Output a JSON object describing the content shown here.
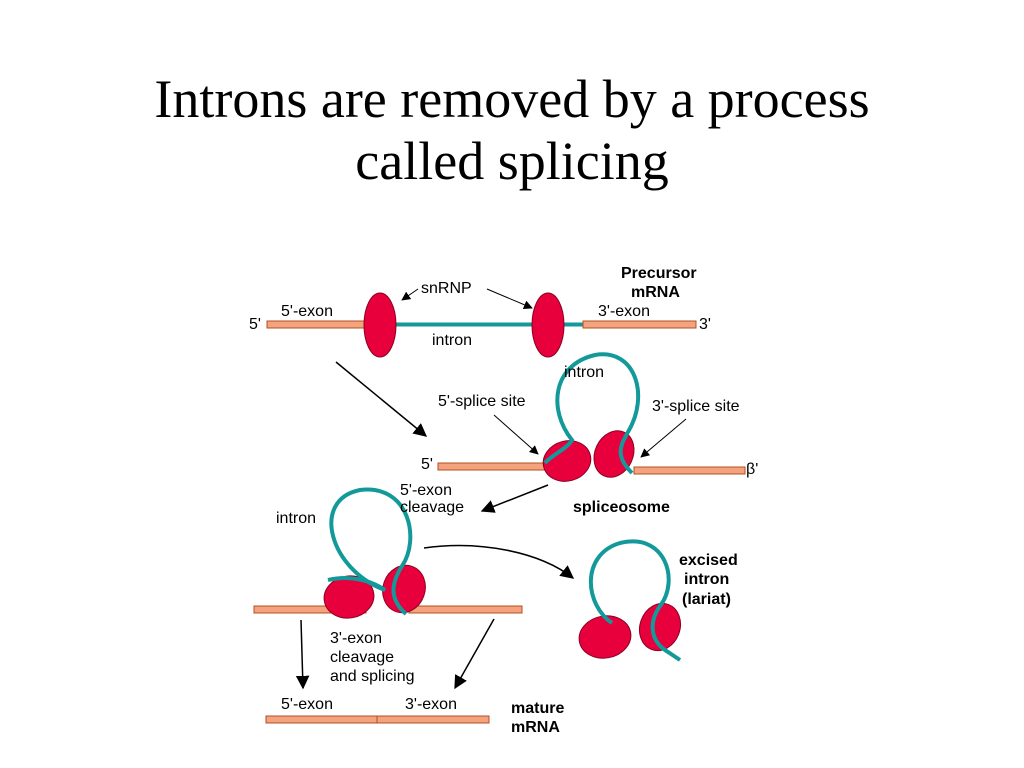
{
  "slide": {
    "title_line1": "Introns are removed by a process",
    "title_line2": "called splicing"
  },
  "labels": {
    "five_prime": "5'",
    "three_prime": "3'",
    "three_prime_b": "β'",
    "snrnp": "snRNP",
    "precursor_line1": "Precursor",
    "precursor_line2": "mRNA",
    "five_exon": "5'-exon",
    "three_exon": "3'-exon",
    "intron": "intron",
    "five_splice_site": "5'-splice site",
    "three_splice_site": "3'-splice site",
    "five_exon_cleavage_line1": "5'-exon",
    "five_exon_cleavage_line2": "cleavage",
    "spliceosome": "spliceosome",
    "excised_line1": "excised",
    "excised_line2": "intron",
    "excised_line3": "(lariat)",
    "three_exon_cleavage_line1": "3'-exon",
    "three_exon_cleavage_line2": "cleavage",
    "three_exon_cleavage_line3": "and splicing",
    "mature_line1": "mature",
    "mature_line2": "mRNA"
  },
  "colors": {
    "exon_fill": "#f4a37e",
    "exon_stroke": "#b05020",
    "intron": "#14999b",
    "snrnp": "#e8003c",
    "snrnp_stroke": "#8a0020",
    "arrow": "#000000"
  }
}
